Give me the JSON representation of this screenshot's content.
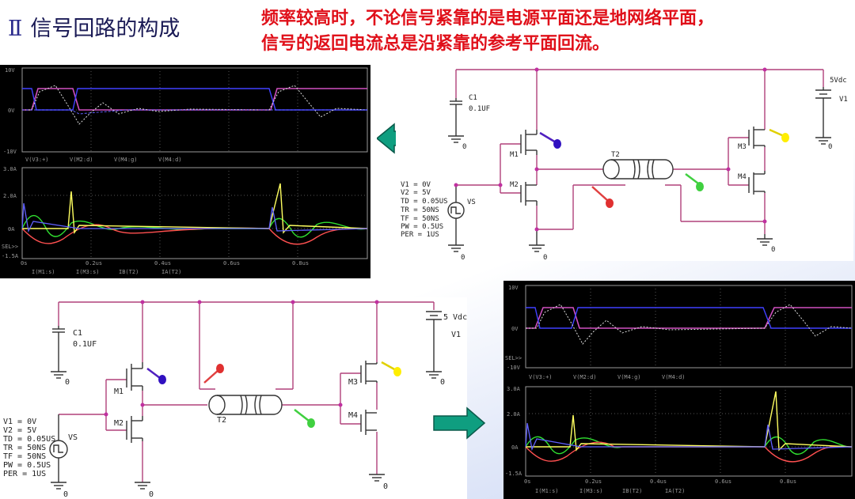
{
  "header": {
    "roman": "Ⅱ",
    "title": "信号回路的构成",
    "note_line1": "频率较高时，不论信号紧靠的是电源平面还是地网络平面，",
    "note_line2": "信号的返回电流总是沿紧靠的参考平面回流。"
  },
  "circuit": {
    "cap_label": "C1",
    "cap_value": "0.1UF",
    "source_label": "5Vdc",
    "source_ref": "V1",
    "source_label_b": "5 Vdc",
    "ground": "0",
    "m1": "M1",
    "m2": "M2",
    "m3": "M3",
    "m4": "M4",
    "tline": "T2",
    "vs": "VS",
    "pulse_params": [
      "V1 = 0V",
      "V2 = 5V",
      "TD = 0.05US",
      "TR = 50NS",
      "TF = 50NS",
      "PW = 0.5US",
      "PER = 1US"
    ]
  },
  "scope": {
    "voltage_legend": [
      "V(V3:+)",
      "V(M2:d)",
      "V(M4:g)",
      "V(M4:d)"
    ],
    "current_legend": [
      "I(M1:s)",
      "I(M3:s)",
      "IB(T2)",
      "IA(T2)"
    ],
    "v_ticks": [
      "10V",
      "0V",
      "-10V"
    ],
    "i_ticks": [
      "3.0A",
      "2.0A",
      "0A",
      "-1.5A"
    ],
    "x_ticks": [
      "0s",
      "0.2us",
      "0.4us",
      "0.6us",
      "0.8us"
    ],
    "sel": "SEL>>"
  },
  "colors": {
    "arrow_fill": "#0f9e80",
    "wire": "#b0407a",
    "scope_bg": "#000000",
    "note_red": "#e0101a"
  }
}
